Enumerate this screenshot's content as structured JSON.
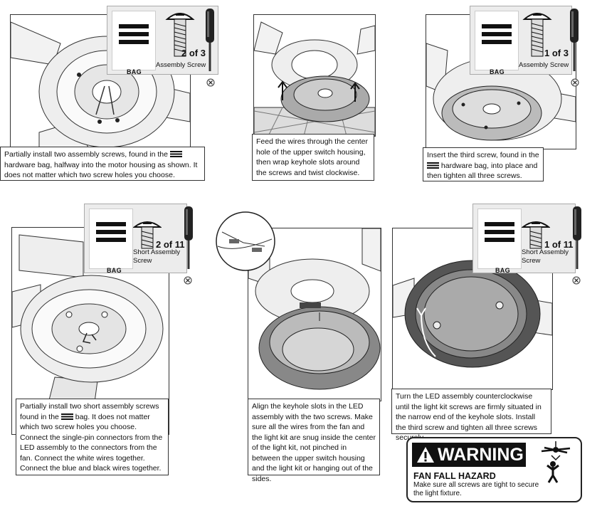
{
  "steps": [
    {
      "caption_before": "Partially install two assembly screws, found in the",
      "caption_after": "hardware bag, halfway into the motor housing as shown. It does not matter which two screw holes you choose.",
      "badge": {
        "bag": "BAG",
        "count": "2 of 3",
        "desc": "Assembly Screw",
        "icon": "assembly-screw-icon"
      }
    },
    {
      "caption": "Feed the wires through the center hole of the upper switch housing, then wrap keyhole slots around the screws and twist clockwise."
    },
    {
      "caption_before": "Insert the third screw, found in the",
      "caption_after": "hardware bag, into place and then tighten all three screws.",
      "badge": {
        "bag": "BAG",
        "count": "1 of 3",
        "desc": "Assembly Screw",
        "icon": "assembly-screw-icon"
      }
    },
    {
      "caption_before": "Partially install two short assembly screws found in the",
      "caption_after": "bag. It does not matter which two screw holes you choose. Connect the single-pin connectors from the LED assembly to the connectors from the fan. Connect the white wires together. Connect the blue and black wires together.",
      "badge": {
        "bag": "BAG",
        "count": "2 of 11",
        "desc": "Short Assembly Screw",
        "icon": "short-screw-icon"
      }
    },
    {
      "caption": "Align the keyhole slots in the LED assembly with the two screws. Make sure all the wires from the fan and the light kit are snug inside the center of the light kit, not pinched in between the upper switch housing and the light kit or hanging out of the sides."
    },
    {
      "caption": "Turn the LED assembly counterclockwise until the light kit screws are firmly situated in the narrow end of the keyhole slots. Install the third screw and tighten all three screws securely.",
      "badge": {
        "bag": "BAG",
        "count": "1 of 11",
        "desc": "Short Assembly Screw",
        "icon": "short-screw-icon"
      }
    }
  ],
  "warning": {
    "label": "WARNING",
    "title": "FAN FALL HAZARD",
    "text": "Make sure all screws are tight to secure the light fixture."
  }
}
